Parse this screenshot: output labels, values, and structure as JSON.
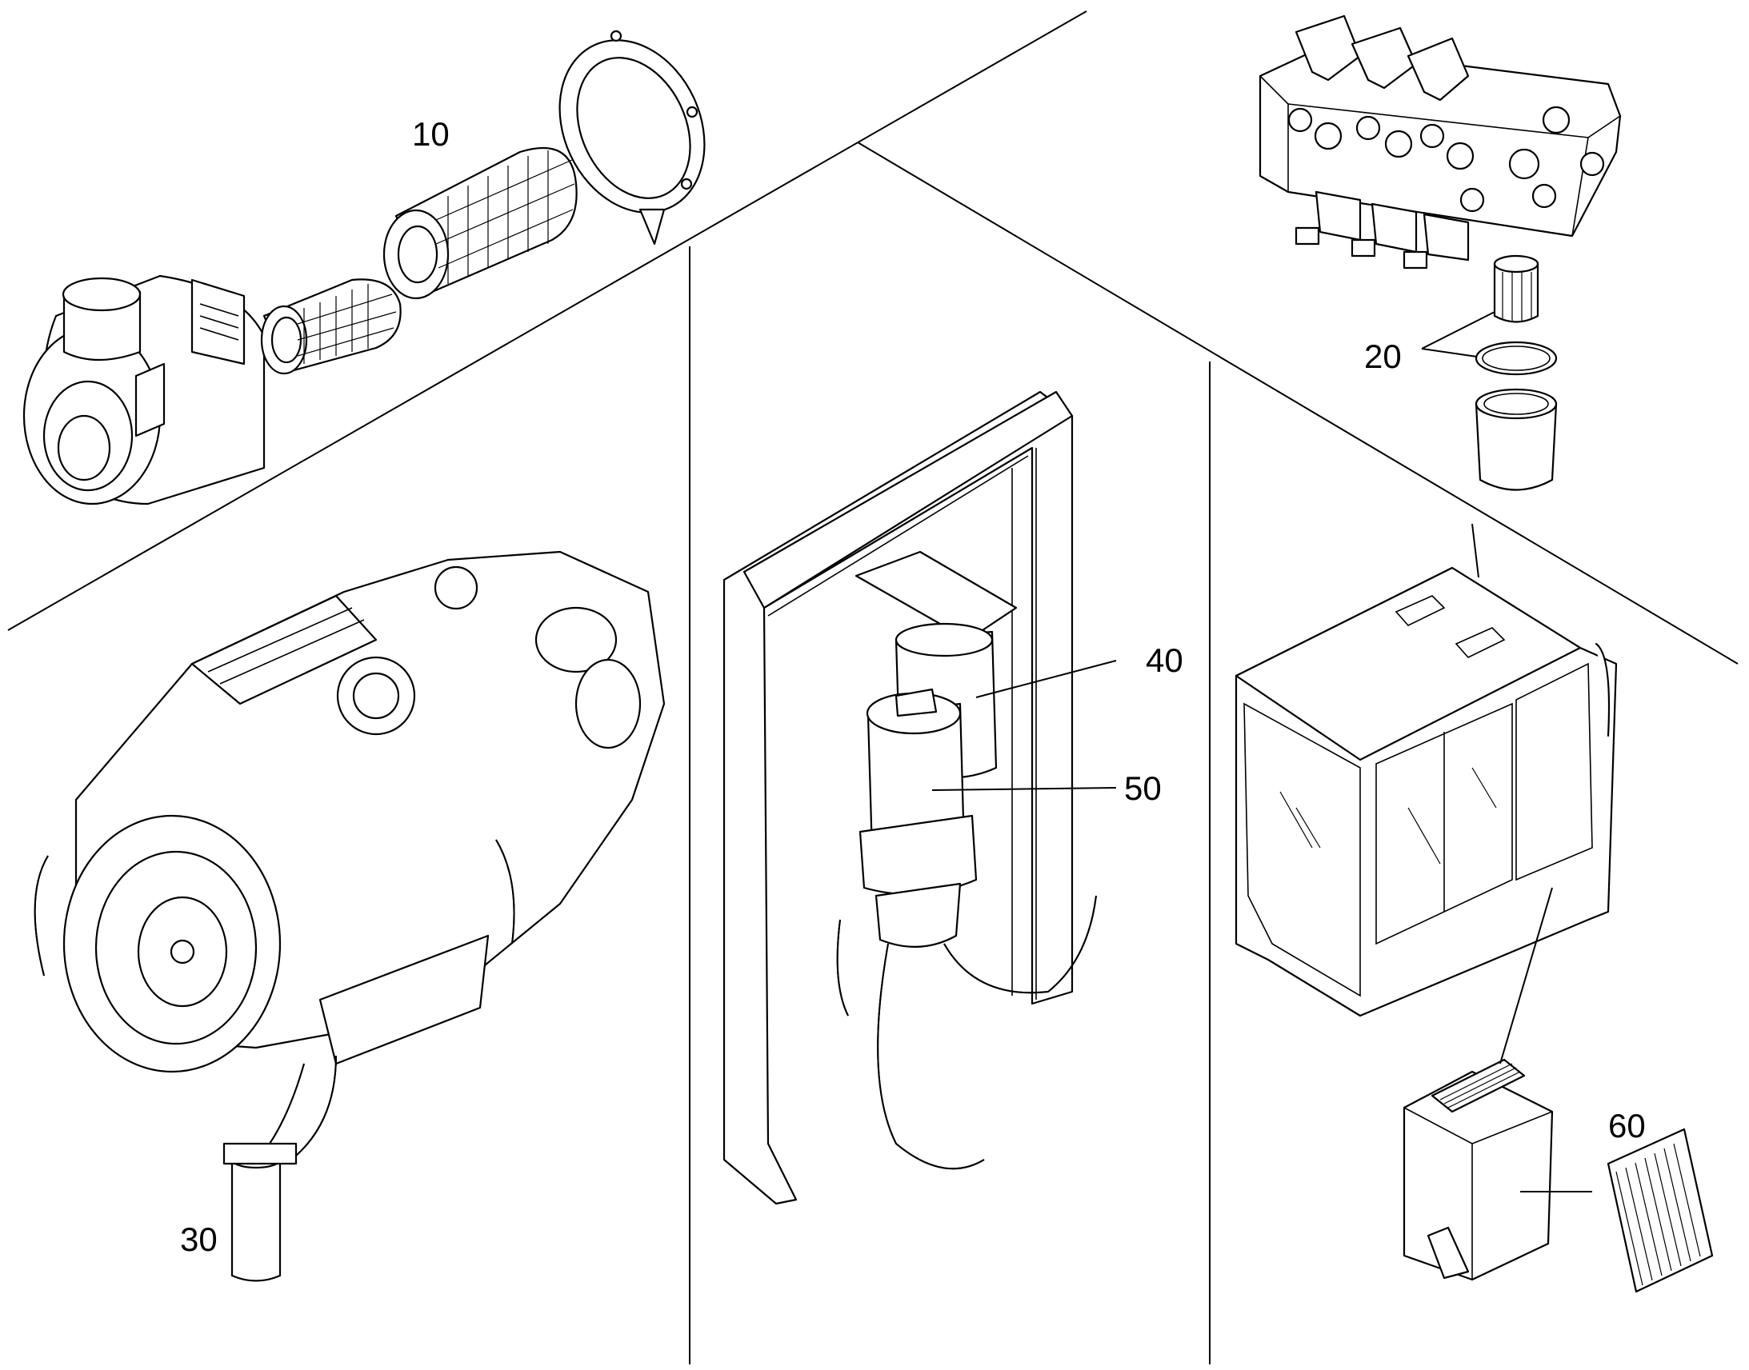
{
  "callouts": {
    "c10": "10",
    "c20": "20",
    "c30": "30",
    "c40": "40",
    "c50": "50",
    "c60": "60"
  },
  "colors": {
    "line": "#000000",
    "background": "#ffffff"
  },
  "parts": [
    "air-filter-assembly",
    "hydraulic-valve-block",
    "engine",
    "fuel-filter-panel",
    "operator-cab",
    "cab-air-filter-box"
  ]
}
